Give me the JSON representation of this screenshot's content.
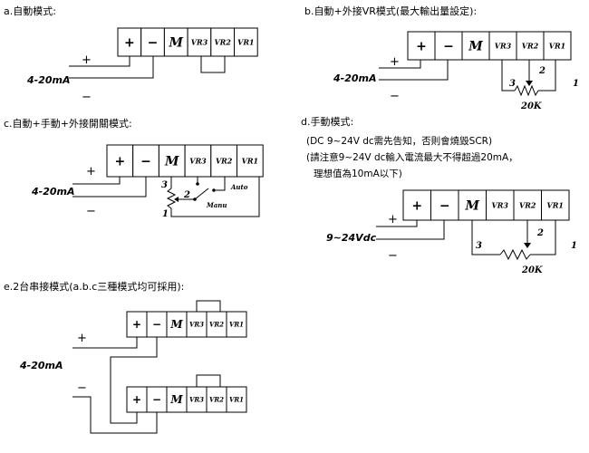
{
  "sections": {
    "a": {
      "title": "a.自動模式:",
      "signal": "4-20mA"
    },
    "b": {
      "title": "b.自動+外接VR模式(最大輸出量設定):",
      "signal": "4-20mA",
      "resistor": "20K"
    },
    "c": {
      "title": "c.自動+手動+外接開關模式:",
      "signal": "4-20mA",
      "switch_auto": "Auto",
      "switch_manual": "Manu"
    },
    "d": {
      "title": "d.手動模式:",
      "notes": [
        "(DC 9~24V dc需先告知，否則會燒毀SCR)",
        "(請注意9~24V dc輸入電流最大不得超過20mA，",
        "理想值為10mA以下)"
      ],
      "signal": "9~24Vdc",
      "resistor": "20K"
    },
    "e": {
      "title": "e.2台串接模式(a.b.c三種模式均可採用):",
      "signal": "4-20mA"
    }
  },
  "terminal_labels": [
    "+",
    "−",
    "M",
    "VR3",
    "VR2",
    "VR1"
  ],
  "polarity": {
    "plus": "+",
    "minus": "−"
  },
  "pin_labels": {
    "p1": "1",
    "p2": "2",
    "p3": "3"
  }
}
